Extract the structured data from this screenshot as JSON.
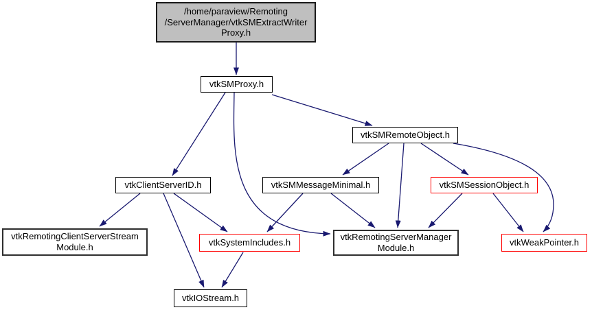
{
  "diagram": {
    "kind": "include-dependency-graph",
    "colors": {
      "edge": "#191970",
      "node_border": "#000000",
      "truncated_node_border": "#ff0000",
      "root_fill": "#bfbfbf",
      "node_fill": "#ffffff",
      "text": "#000000"
    },
    "nodes": [
      {
        "id": "root",
        "label": "/home/paraview/Remoting\n/ServerManager/vtkSMExtractWriter\nProxy.h",
        "kind": "root"
      },
      {
        "id": "vtkSMProxy.h",
        "label": "vtkSMProxy.h",
        "kind": "header"
      },
      {
        "id": "vtkSMRemoteObject.h",
        "label": "vtkSMRemoteObject.h",
        "kind": "header"
      },
      {
        "id": "vtkClientServerID.h",
        "label": "vtkClientServerID.h",
        "kind": "header"
      },
      {
        "id": "vtkSMMessageMinimal.h",
        "label": "vtkSMMessageMinimal.h",
        "kind": "header"
      },
      {
        "id": "vtkSMSessionObject.h",
        "label": "vtkSMSessionObject.h",
        "kind": "header-truncated"
      },
      {
        "id": "vtkRemotingClientServerStreamModule.h",
        "label": "vtkRemotingClientServerStream\nModule.h",
        "kind": "module"
      },
      {
        "id": "vtkSystemIncludes.h",
        "label": "vtkSystemIncludes.h",
        "kind": "header-truncated"
      },
      {
        "id": "vtkRemotingServerManagerModule.h",
        "label": "vtkRemotingServerManager\nModule.h",
        "kind": "module"
      },
      {
        "id": "vtkWeakPointer.h",
        "label": "vtkWeakPointer.h",
        "kind": "header-truncated"
      },
      {
        "id": "vtkIOStream.h",
        "label": "vtkIOStream.h",
        "kind": "header"
      }
    ],
    "edges": [
      {
        "from": "root",
        "to": "vtkSMProxy.h"
      },
      {
        "from": "vtkSMProxy.h",
        "to": "vtkClientServerID.h"
      },
      {
        "from": "vtkSMProxy.h",
        "to": "vtkSMRemoteObject.h"
      },
      {
        "from": "vtkSMProxy.h",
        "to": "vtkRemotingServerManagerModule.h"
      },
      {
        "from": "vtkSMRemoteObject.h",
        "to": "vtkSMMessageMinimal.h"
      },
      {
        "from": "vtkSMRemoteObject.h",
        "to": "vtkRemotingServerManagerModule.h"
      },
      {
        "from": "vtkSMRemoteObject.h",
        "to": "vtkSMSessionObject.h"
      },
      {
        "from": "vtkSMRemoteObject.h",
        "to": "vtkWeakPointer.h"
      },
      {
        "from": "vtkSMMessageMinimal.h",
        "to": "vtkSystemIncludes.h"
      },
      {
        "from": "vtkSMMessageMinimal.h",
        "to": "vtkRemotingServerManagerModule.h"
      },
      {
        "from": "vtkSMSessionObject.h",
        "to": "vtkRemotingServerManagerModule.h"
      },
      {
        "from": "vtkSMSessionObject.h",
        "to": "vtkWeakPointer.h"
      },
      {
        "from": "vtkClientServerID.h",
        "to": "vtkRemotingClientServerStreamModule.h"
      },
      {
        "from": "vtkClientServerID.h",
        "to": "vtkSystemIncludes.h"
      },
      {
        "from": "vtkClientServerID.h",
        "to": "vtkIOStream.h"
      },
      {
        "from": "vtkSystemIncludes.h",
        "to": "vtkIOStream.h"
      }
    ]
  }
}
